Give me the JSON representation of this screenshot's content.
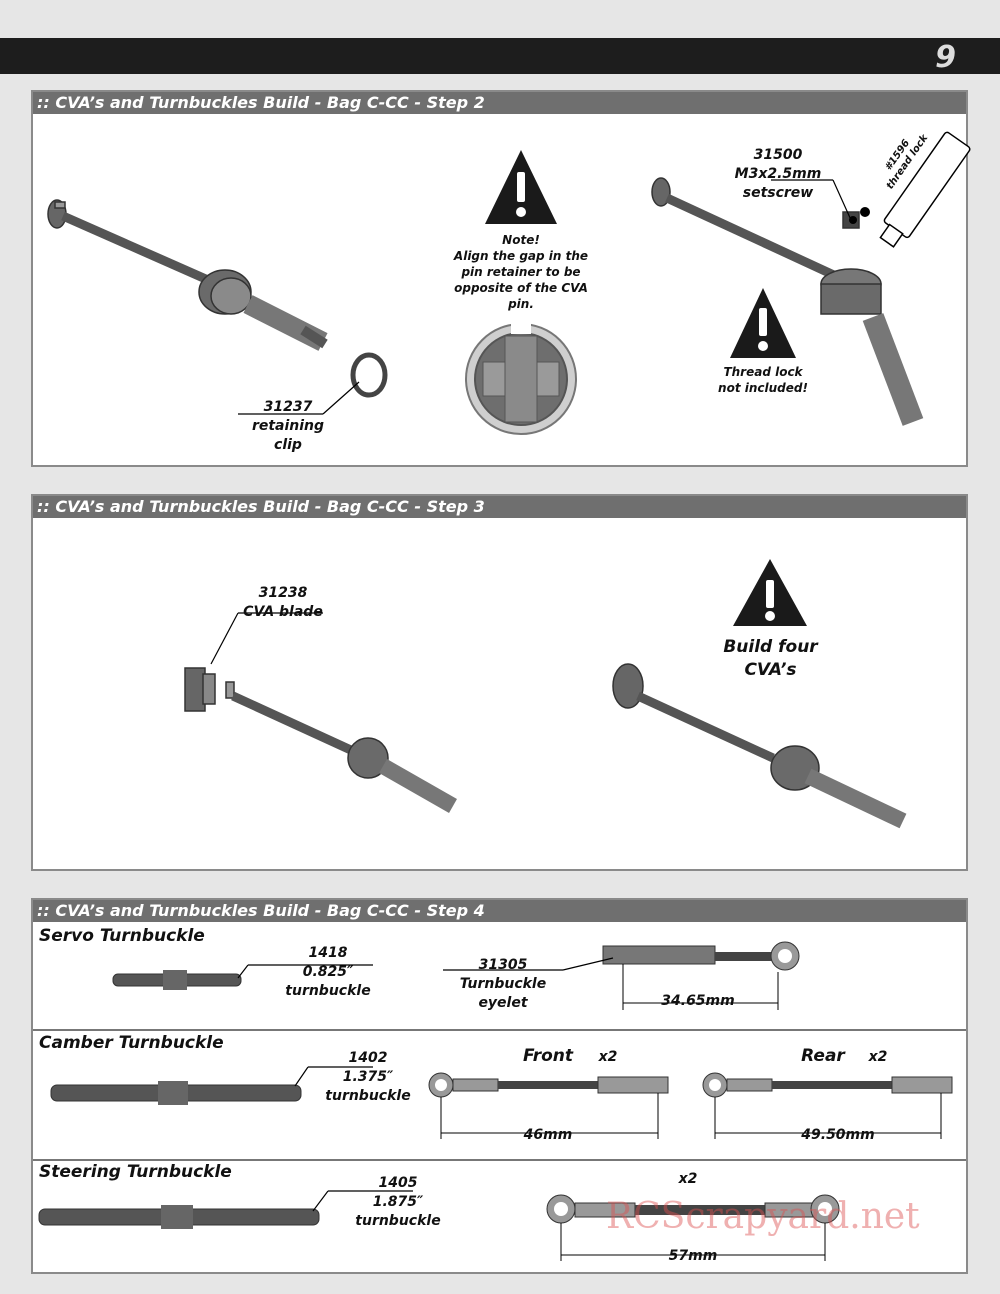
{
  "page": {
    "number": "9"
  },
  "watermark": "RCScrapyard.net",
  "steps": [
    {
      "title": ":: CVA’s and Turnbuckles Build - Bag C-CC - Step 2",
      "parts": [
        {
          "num": "31237",
          "desc1": "retaining",
          "desc2": "clip"
        },
        {
          "num": "31500",
          "desc1": "M3x2.5mm",
          "desc2": "setscrew"
        }
      ],
      "note": {
        "l1": "Note!",
        "l2": "Align the gap in the",
        "l3": "pin retainer to be",
        "l4": "opposite of the CVA",
        "l5": "pin."
      },
      "thread_tube": {
        "l1": "#1596",
        "l2": "thread lock"
      },
      "warning": {
        "l1": "Thread lock",
        "l2": "not included!"
      }
    },
    {
      "title": ":: CVA’s and Turnbuckles Build - Bag C-CC - Step 3",
      "part": {
        "num": "31238",
        "desc": "CVA blade"
      },
      "warning": {
        "l1": "Build four",
        "l2": "CVA’s"
      }
    },
    {
      "title": ":: CVA’s and Turnbuckles Build - Bag C-CC - Step 4",
      "servo": {
        "title": "Servo Turnbuckle",
        "num": "1418",
        "size": "0.825″",
        "desc": "turnbuckle",
        "eyelet_num": "31305",
        "eyelet_d1": "Turnbuckle",
        "eyelet_d2": "eyelet",
        "length": "34.65mm"
      },
      "camber": {
        "title": "Camber Turnbuckle",
        "num": "1402",
        "size": "1.375″",
        "desc": "turnbuckle",
        "front": "Front",
        "rear": "Rear",
        "qty": "x2",
        "front_len": "46mm",
        "rear_len": "49.50mm"
      },
      "steering": {
        "title": "Steering Turnbuckle",
        "num": "1405",
        "size": "1.875″",
        "desc": "turnbuckle",
        "qty": "x2",
        "length": "57mm"
      }
    }
  ]
}
